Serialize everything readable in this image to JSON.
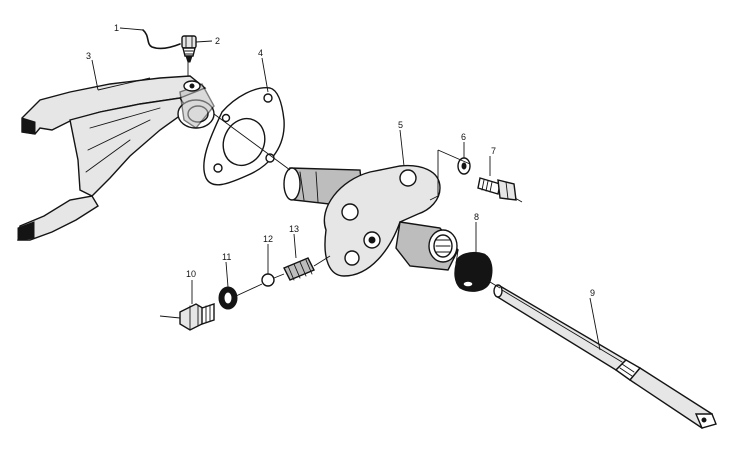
{
  "callouts": [
    {
      "id": "1",
      "text": "1"
    },
    {
      "id": "2",
      "text": "2"
    },
    {
      "id": "3",
      "text": "3"
    },
    {
      "id": "4",
      "text": "4"
    },
    {
      "id": "5",
      "text": "5"
    },
    {
      "id": "6",
      "text": "6"
    },
    {
      "id": "7",
      "text": "7"
    },
    {
      "id": "8",
      "text": "8"
    },
    {
      "id": "9",
      "text": "9"
    },
    {
      "id": "10",
      "text": "10"
    },
    {
      "id": "11",
      "text": "11"
    },
    {
      "id": "12",
      "text": "12"
    },
    {
      "id": "13",
      "text": "13"
    }
  ]
}
